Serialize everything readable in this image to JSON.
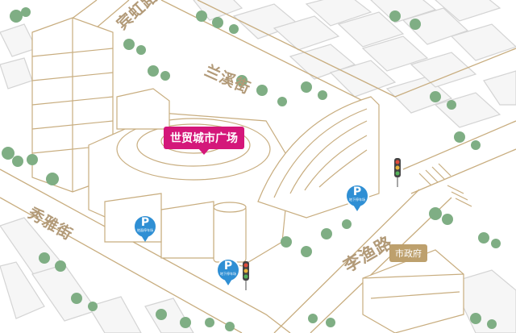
{
  "map": {
    "landmark": {
      "name": "世贸城市广场",
      "color": "#d4177a"
    },
    "streets": [
      {
        "name": "宾虹路"
      },
      {
        "name": "兰溪街"
      },
      {
        "name": "秀雅街"
      },
      {
        "name": "李渔路"
      }
    ],
    "government": {
      "name": "市政府",
      "color": "#bda06d"
    },
    "parking": [
      {
        "letter": "P",
        "caption": "地面停车场"
      },
      {
        "letter": "P",
        "caption": "地下停车场"
      },
      {
        "letter": "P",
        "caption": "地下停车场"
      }
    ],
    "colors": {
      "road_outline": "#c8ad7f",
      "building_outline": "#c8ad7f",
      "background_building": "#d4d4d4",
      "tree": "#7fae84",
      "parking": "#2f8fd4",
      "street_label": "#b29a78"
    },
    "icons": [
      "parking-pin-icon",
      "traffic-light-icon",
      "tree-icon",
      "location-callout-icon"
    ]
  }
}
